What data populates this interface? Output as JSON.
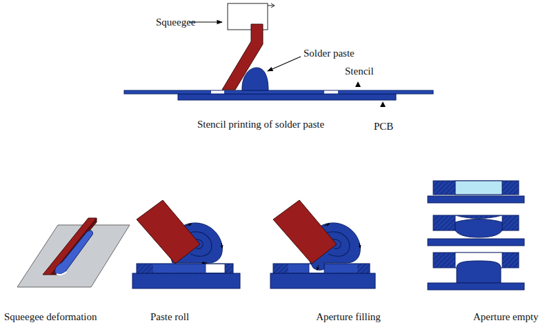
{
  "diagram": {
    "labels": [
      "Squeegee",
      "Solder paste",
      "Stencil",
      "Stencil printing of solder paste",
      "PCB",
      "Squeegee deformation",
      "Paste roll",
      "Aperture filling",
      "Aperture empty"
    ]
  }
}
